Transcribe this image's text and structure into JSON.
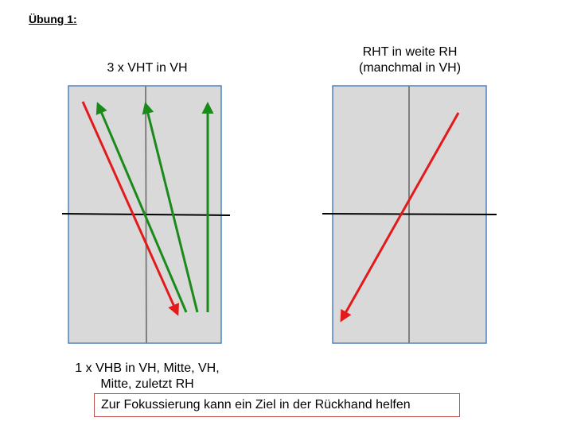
{
  "heading": "Übung 1:",
  "left_court": {
    "caption_top": "3 x VHT in VH",
    "caption_bottom_line1": "1 x VHB in VH, Mitte, VH,",
    "caption_bottom_line2": "Mitte, zuletzt RH"
  },
  "right_court": {
    "caption_top_line1": "RHT in weite RH",
    "caption_top_line2": "(manchmal in VH)"
  },
  "note": "Zur Fokussierung kann ein Ziel in der Rückhand helfen",
  "colors": {
    "court_fill": "#d9d9d9",
    "court_border": "#4f81bd",
    "center_line": "#808080",
    "net_line": "#000000",
    "red_arrow": "#e31a1c",
    "green_arrow": "#1a8a1a",
    "note_border": "#c0504d"
  }
}
